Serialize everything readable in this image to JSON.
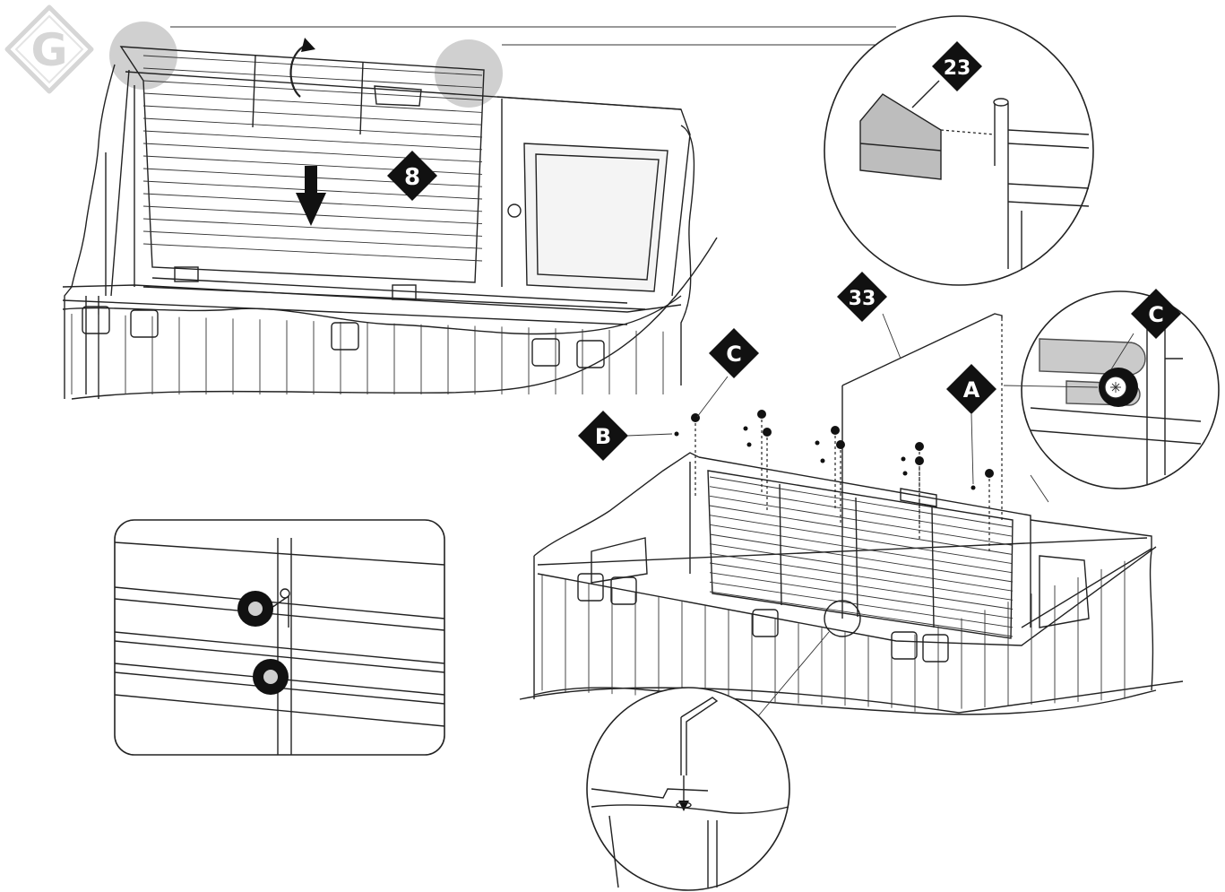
{
  "logo": {
    "letter": "G"
  },
  "callouts": [
    {
      "id": "part-8",
      "text": "8"
    },
    {
      "id": "part-23",
      "text": "23"
    },
    {
      "id": "part-33",
      "text": "33"
    },
    {
      "id": "fastener-a",
      "text": "A"
    },
    {
      "id": "fastener-b",
      "text": "B"
    },
    {
      "id": "fastener-c-main",
      "text": "C"
    },
    {
      "id": "fastener-c-detail",
      "text": "C"
    }
  ],
  "colors": {
    "line": "#222222",
    "callout_fill": "#111111",
    "callout_text": "#ffffff",
    "highlight": "#bdbdbd",
    "logo": "#d6d6d6"
  }
}
